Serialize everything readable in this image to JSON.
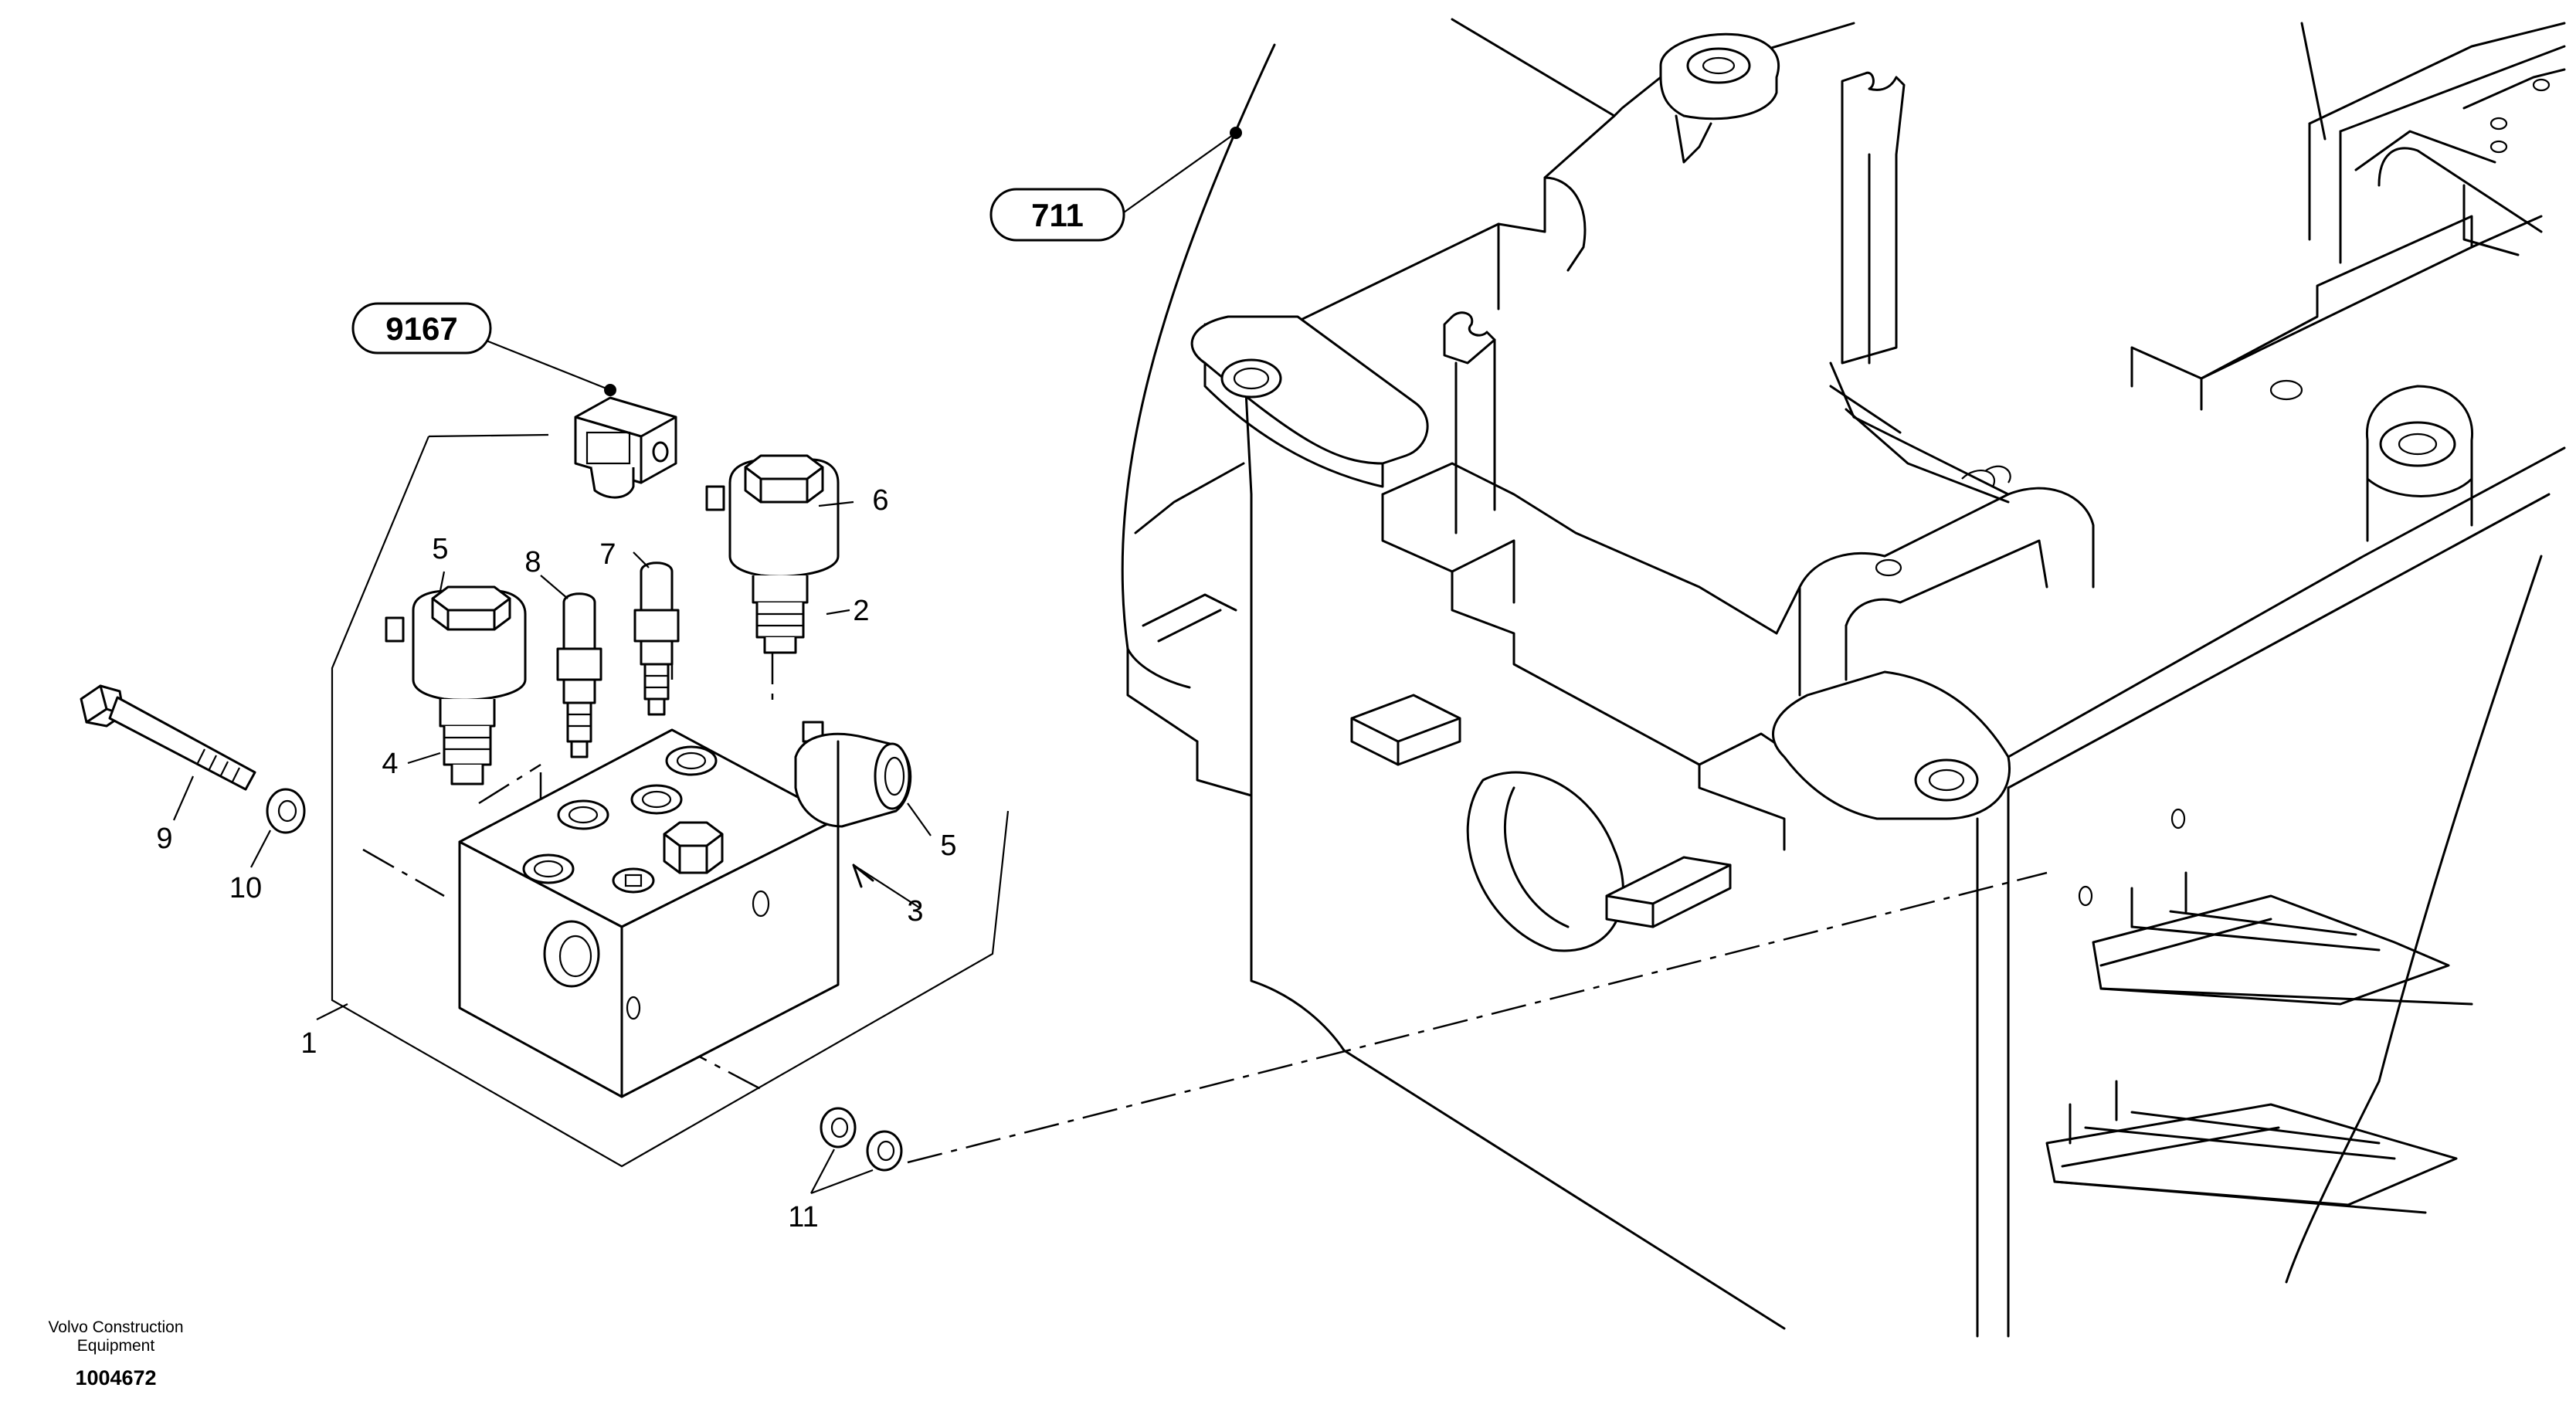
{
  "diagram": {
    "references": [
      {
        "id": "ref-711",
        "text": "711"
      },
      {
        "id": "ref-9167",
        "text": "9167"
      }
    ],
    "callouts": [
      {
        "id": "c1",
        "text": "1"
      },
      {
        "id": "c2",
        "text": "2"
      },
      {
        "id": "c3",
        "text": "3"
      },
      {
        "id": "c4",
        "text": "4"
      },
      {
        "id": "c5a",
        "text": "5"
      },
      {
        "id": "c5b",
        "text": "5"
      },
      {
        "id": "c6",
        "text": "6"
      },
      {
        "id": "c7",
        "text": "7"
      },
      {
        "id": "c8",
        "text": "8"
      },
      {
        "id": "c9",
        "text": "9"
      },
      {
        "id": "c10",
        "text": "10"
      },
      {
        "id": "c11",
        "text": "11"
      }
    ]
  },
  "footer": {
    "brand_line1": "Volvo Construction",
    "brand_line2": "Equipment",
    "drawing_number": "1004672"
  }
}
